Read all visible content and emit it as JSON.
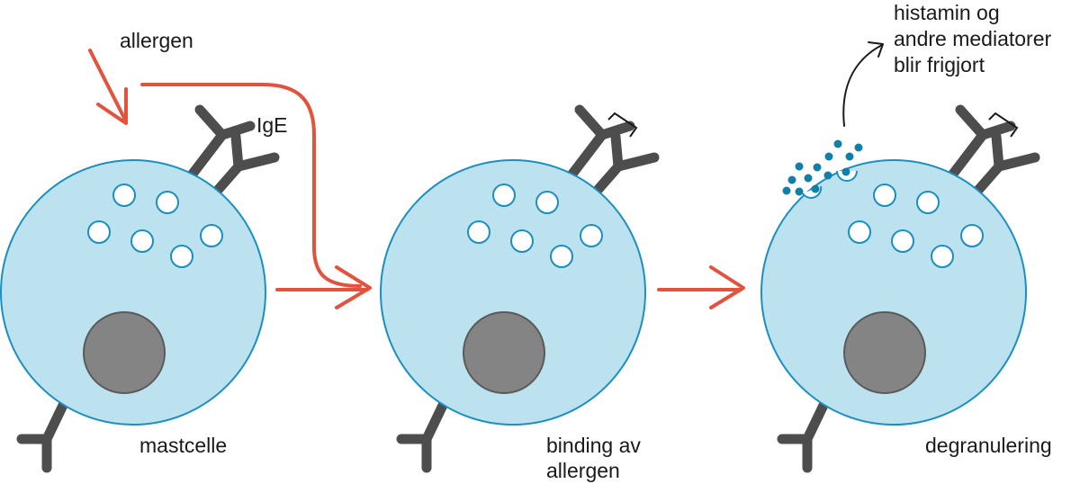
{
  "labels": {
    "allergen": "allergen",
    "ige": "IgE",
    "mastcelle": "mastcelle",
    "binding_line1": "binding av",
    "binding_line2": "allergen",
    "degranulering": "degranulering",
    "release_line1": "histamin og",
    "release_line2": "andre mediatorer",
    "release_line3": "blir frigjort"
  },
  "colors": {
    "cell_fill": "#bde2ef",
    "cell_stroke": "#1b8fc0",
    "nucleus": "#848484",
    "antibody": "#4d4d4d",
    "arrow": "#e2533e",
    "mediator": "#117fa8"
  },
  "stages": [
    "mastcelle",
    "binding av allergen",
    "degranulering"
  ]
}
